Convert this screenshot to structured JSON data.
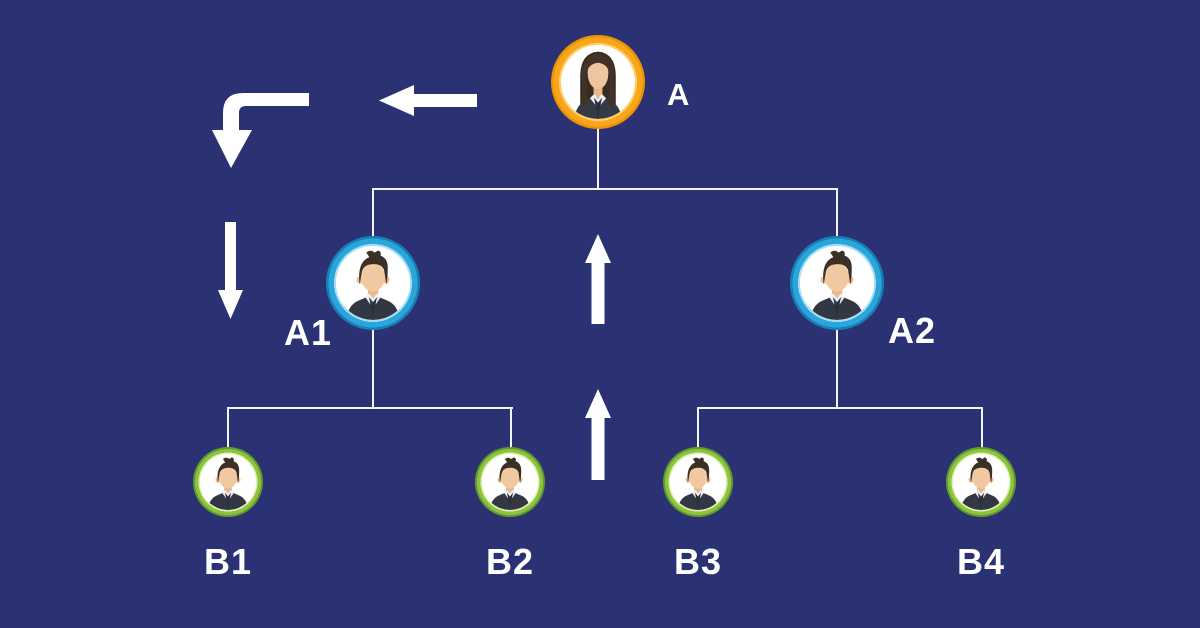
{
  "diagram": {
    "description": "Three-level organizational hierarchy chart on navy background",
    "background_color": "#2a3274",
    "connector_color": "#f3f4f8",
    "arrow_color": "#ffffff",
    "label_color": "#ffffff"
  },
  "nodes": {
    "a": {
      "label": "A",
      "avatar": "woman-avatar",
      "ring_color": "#f8a71d",
      "level": 1
    },
    "a1": {
      "label": "A1",
      "avatar": "man-avatar",
      "ring_color": "#2ca5da",
      "level": 2
    },
    "a2": {
      "label": "A2",
      "avatar": "man-avatar",
      "ring_color": "#2ca5da",
      "level": 2
    },
    "b1": {
      "label": "B1",
      "avatar": "man-avatar",
      "ring_color": "#8cc43e",
      "level": 3
    },
    "b2": {
      "label": "B2",
      "avatar": "man-avatar",
      "ring_color": "#8cc43e",
      "level": 3
    },
    "b3": {
      "label": "B3",
      "avatar": "man-avatar",
      "ring_color": "#8cc43e",
      "level": 3
    },
    "b4": {
      "label": "B4",
      "avatar": "man-avatar",
      "ring_color": "#8cc43e",
      "level": 3
    }
  },
  "edges": [
    "A-A1",
    "A-A2",
    "A1-B1",
    "A1-B2",
    "A2-B3",
    "A2-B4"
  ],
  "arrows": [
    {
      "name": "left-arrow",
      "direction": "left"
    },
    {
      "name": "elbow-down-arrow",
      "direction": "left-then-down"
    },
    {
      "name": "down-arrow",
      "direction": "down"
    },
    {
      "name": "up-arrow-top",
      "direction": "up"
    },
    {
      "name": "up-arrow-bottom",
      "direction": "up"
    }
  ]
}
